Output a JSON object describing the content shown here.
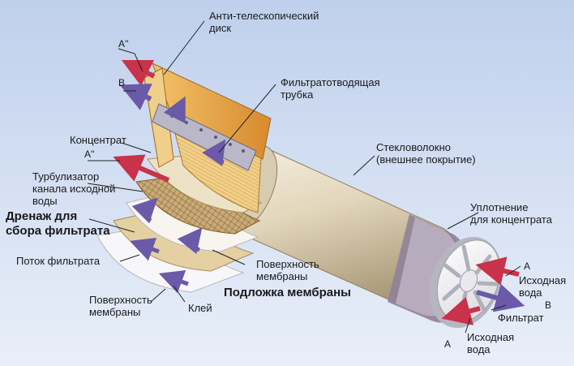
{
  "labels": {
    "anti_telescopic_disc": "Анти-телескопический\nдиск",
    "permeate_tube": "Фильтратотводящая\nтрубка",
    "fiberglass": "Стекловолокно\n(внешнее покрытие)",
    "concentrate_seal": "Уплотнение\nдля концентрата",
    "feed_water_right": "Исходная\nвода",
    "permeate_right": "Фильтрат",
    "feed_water_bottom": "Исходная\nвода",
    "concentrate": "Концентрат",
    "feed_spacer": "Турбулизатор\nканала исходной\nводы",
    "permeate_drain": "Дренаж для\nсбора фильтрата",
    "permeate_flow": "Поток фильтрата",
    "membrane_surface_1": "Поверхность\nмембраны",
    "membrane_surface_2": "Поверхность\nмембраны",
    "glue": "Клей",
    "membrane_support": "Подложка мембраны"
  },
  "markers": {
    "a_double_top": "A''",
    "b_top": "B",
    "a_double_mid": "A''",
    "a_right": "A",
    "b_right": "B",
    "a_bottom": "A"
  },
  "colors": {
    "background_top": "#bfd0ec",
    "background_bottom": "#e9eff9",
    "fiberglass_shell": "#e6dcc4",
    "membrane_leaf": "#f4dca8",
    "orange_layer": "#e8a040",
    "feed_arrow": "#c8324a",
    "permeate_arrow": "#6a5aa8",
    "end_cap": "#f2f2f4"
  }
}
